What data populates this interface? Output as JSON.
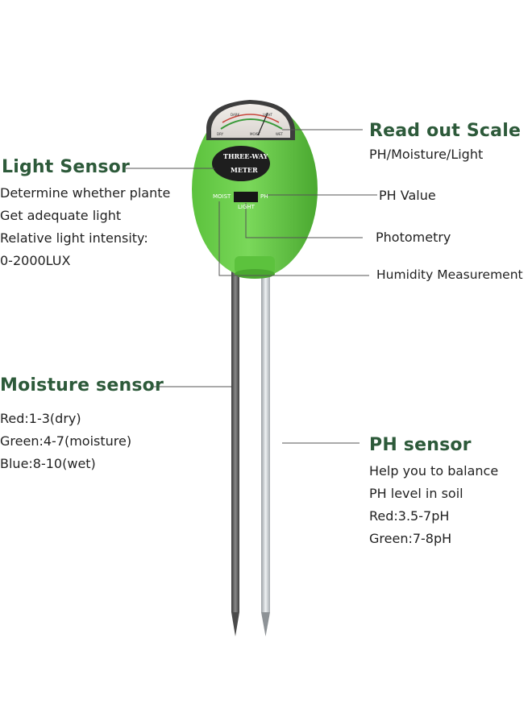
{
  "colors": {
    "heading": "#2d5a3a",
    "meter_body": "#6fd24c",
    "meter_dark": "#4fae33",
    "probe_dark": "#5f5f5f",
    "probe_light": "#cfd3d6",
    "leader_line": "#555555"
  },
  "device": {
    "badge_line1": "THREE-WAY",
    "badge_line2": "METER",
    "switch_left": "MOIST",
    "switch_right": "PH",
    "switch_bottom": "LIGHT",
    "scale_word_1": "DARK",
    "scale_word_2": "LIGHT",
    "scale_word_3": "MOIST",
    "scale_word_4": "DRY",
    "scale_word_5": "WET"
  },
  "light_sensor": {
    "title": "Light Sensor",
    "lines": [
      "Determine whether plante",
      "Get adequate light",
      "Relative light intensity:",
      "0-2000LUX"
    ]
  },
  "readout_scale": {
    "title": "Read out Scale",
    "subtitle": "PH/Moisture/Light"
  },
  "callouts": {
    "ph_value": "PH Value",
    "photometry": "Photometry",
    "humidity": "Humidity Measurement"
  },
  "moisture_sensor": {
    "title": "Moisture sensor",
    "lines": [
      "Red:1-3(dry)",
      "Green:4-7(moisture)",
      "Blue:8-10(wet)"
    ]
  },
  "ph_sensor": {
    "title": "PH sensor",
    "lines": [
      "Help you to balance",
      "PH level in soil",
      "Red:3.5-7pH",
      "Green:7-8pH"
    ]
  }
}
